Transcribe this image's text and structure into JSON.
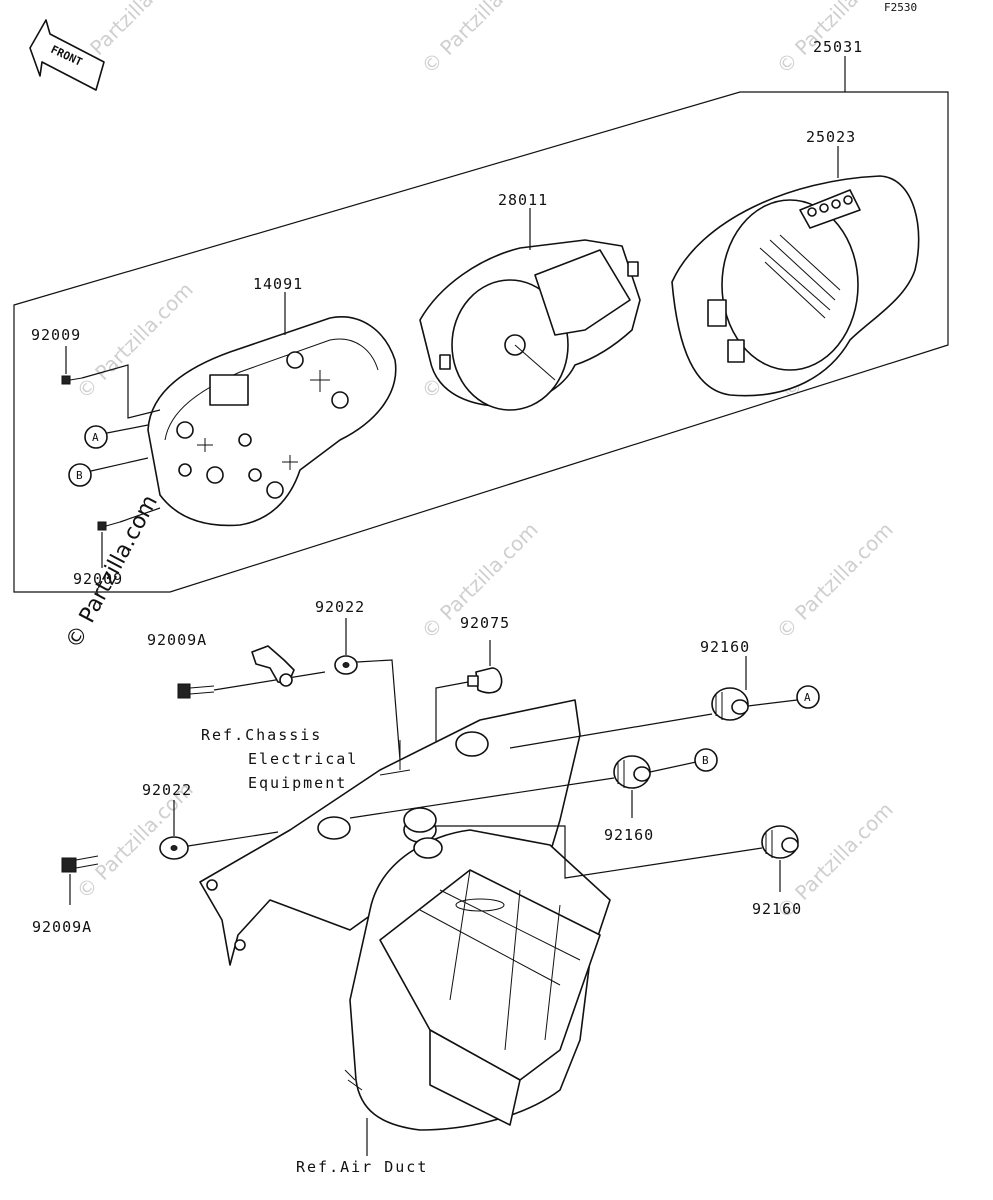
{
  "diagram": {
    "code": "F2530",
    "front_label": "FRONT",
    "watermark": "© Partzilla.com",
    "callouts": {
      "p25031": "25031",
      "p25023": "25023",
      "p28011": "28011",
      "p14091": "14091",
      "p92009_top": "92009",
      "p92009_bottom": "92009",
      "p92022_top": "92022",
      "p92022_bottom": "92022",
      "p92009A_top": "92009A",
      "p92009A_bottom": "92009A",
      "p92075": "92075",
      "p92160_a": "92160",
      "p92160_b": "92160",
      "p92160_c": "92160"
    },
    "markers": {
      "a": "A",
      "b": "B"
    },
    "references": {
      "chassis_line1": "Ref.Chassis",
      "chassis_line2": "Electrical",
      "chassis_line3": "Equipment",
      "air_duct": "Ref.Air Duct"
    }
  }
}
